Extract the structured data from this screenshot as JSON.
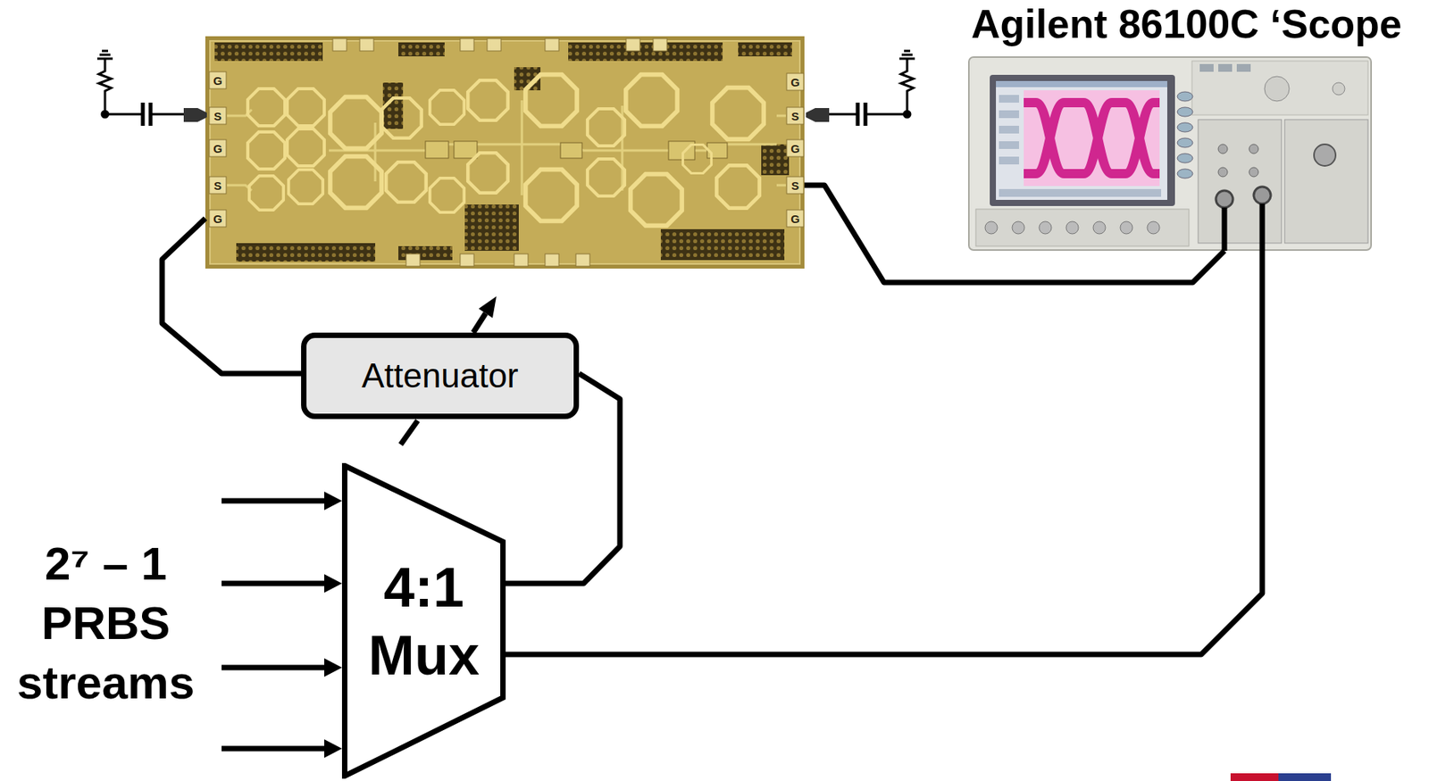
{
  "diagram": {
    "nodes": [
      {
        "text": [
          "G",
          "S",
          "G",
          "S",
          "G",
          "G",
          "S",
          "G",
          "S",
          "G"
        ]
      },
      {
        "text": [
          "Agilent 86100C ‘Scope"
        ]
      },
      {
        "text": [
          "Attenuator"
        ]
      },
      {
        "text": [
          "4:1 Mux"
        ]
      }
    ],
    "edges": [
      {
        "from": 3,
        "to": 2,
        "arrow": "none"
      },
      {
        "from": 2,
        "to": 0,
        "arrow": "none"
      },
      {
        "from": 0,
        "to": 1,
        "arrow": "none"
      },
      {
        "from": 3,
        "to": 1,
        "arrow": "none"
      }
    ],
    "labels": [
      "2⁷ – 1 PRBS streams"
    ]
  }
}
